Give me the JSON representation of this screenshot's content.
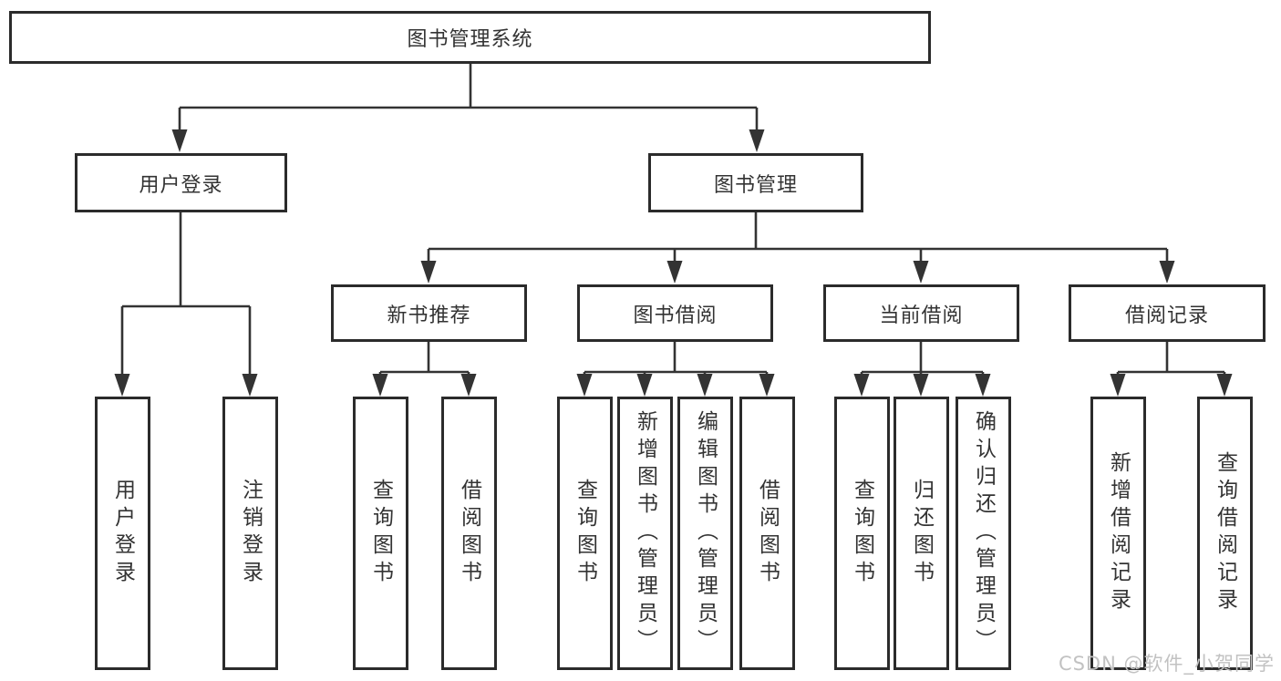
{
  "diagram_title": "图书管理系统",
  "nodes": {
    "root": "图书管理系统",
    "level2": [
      {
        "id": "user-login-branch",
        "label": "用户登录"
      },
      {
        "id": "book-management",
        "label": "图书管理"
      }
    ],
    "level3": [
      {
        "id": "new-book-recommend",
        "parent": "图书管理",
        "label": "新书推荐"
      },
      {
        "id": "book-borrow",
        "parent": "图书管理",
        "label": "图书借阅"
      },
      {
        "id": "current-borrow",
        "parent": "图书管理",
        "label": "当前借阅"
      },
      {
        "id": "borrow-records",
        "parent": "图书管理",
        "label": "借阅记录"
      }
    ],
    "leaves": [
      {
        "parent": "用户登录",
        "label": "用户登录"
      },
      {
        "parent": "用户登录",
        "label": "注销登录"
      },
      {
        "parent": "新书推荐",
        "label": "查询图书"
      },
      {
        "parent": "新书推荐",
        "label": "借阅图书"
      },
      {
        "parent": "图书借阅",
        "label": "查询图书"
      },
      {
        "parent": "图书借阅",
        "label": "新增图书（管理员）"
      },
      {
        "parent": "图书借阅",
        "label": "编辑图书（管理员）"
      },
      {
        "parent": "图书借阅",
        "label": "借阅图书"
      },
      {
        "parent": "当前借阅",
        "label": "查询图书"
      },
      {
        "parent": "当前借阅",
        "label": "归还图书"
      },
      {
        "parent": "当前借阅",
        "label": "确认归还（管理员）"
      },
      {
        "parent": "借阅记录",
        "label": "新增借阅记录"
      },
      {
        "parent": "借阅记录",
        "label": "查询借阅记录"
      }
    ]
  },
  "watermark": "CSDN @软件_小贺同学",
  "colors": {
    "background": "#ffffff",
    "box_border": "#2b2b2b",
    "line": "#333333",
    "text": "#333333",
    "watermark": "#c2c2c2"
  }
}
